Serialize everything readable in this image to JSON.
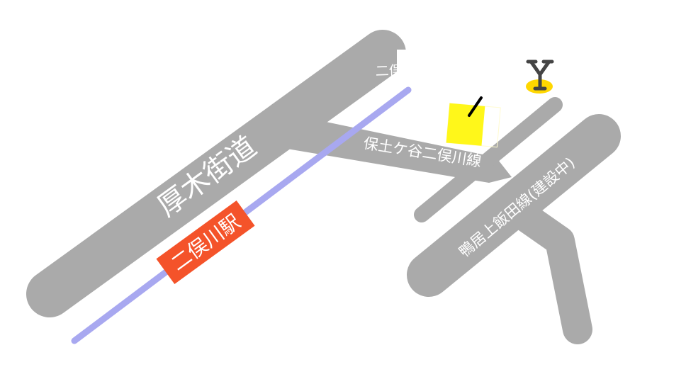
{
  "roads": {
    "atsugi_kaido": "厚木街道",
    "hodogaya_futamatagawa": "保土ケ谷二俣川線",
    "kamoi_kamiiida": "鴨居上飯田線(建設中)"
  },
  "station": {
    "label": "二俣川駅",
    "color": "#f4532a"
  },
  "clipped_label": "二俣",
  "colors": {
    "road": "#aaaaaa",
    "rail": "#a8a8f0",
    "landmark": "#fff71a",
    "marker": "#ffd700"
  },
  "icons": {
    "landmark": "post-office-marker-icon",
    "building": "yellow-building-icon"
  }
}
